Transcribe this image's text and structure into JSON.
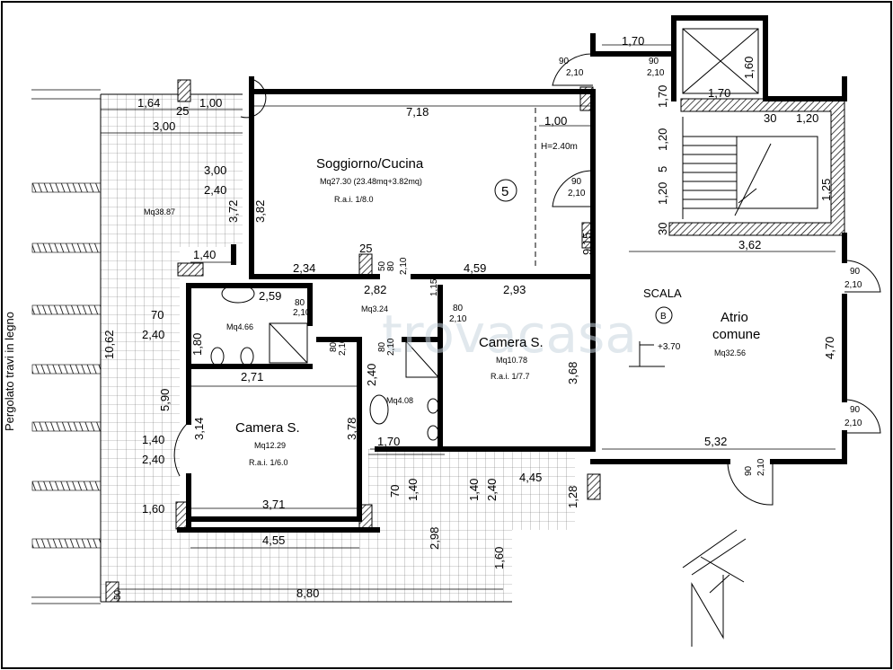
{
  "rooms": {
    "soggiorno": {
      "name": "Soggiorno/Cucina",
      "area": "Mq27.30 (23.48mq+3.82mq)",
      "rai": "R.a.i. 1/8.0",
      "number": "5",
      "height": "H=2.40m"
    },
    "camera_right": {
      "name": "Camera S.",
      "area": "Mq10.78",
      "rai": "R.a.i. 1/7.7"
    },
    "camera_left": {
      "name": "Camera S.",
      "area": "Mq12.29",
      "rai": "R.a.i. 1/6.0"
    },
    "bath_left": {
      "area": "Mq4.66"
    },
    "bath_mid": {
      "area": "Mq4.08"
    },
    "hall": {
      "area": "Mq3.24"
    },
    "terrace": {
      "area": "Mq38.87"
    },
    "atrio": {
      "name": "Atrio",
      "name2": "comune",
      "area": "Mq32.56",
      "stair_label": "SCALA",
      "stair_letter": "B",
      "level": "+3.70"
    }
  },
  "side_label": "Pergolato travi in legno",
  "watermark": "trovacasa",
  "dims": {
    "d164": "1,64",
    "d25a": "25",
    "d100a": "1,00",
    "d300a": "3,00",
    "d300b": "3,00",
    "d240a": "2,40",
    "d372": "3,72",
    "d140a": "1,40",
    "d718": "7,18",
    "d100b": "1,00",
    "d382": "3,82",
    "d25b": "25",
    "d234": "2,34",
    "d50": "50",
    "d80a": "80",
    "d210a": "2,10",
    "d459": "4,59",
    "d282": "2,82",
    "d293": "2,93",
    "d115": "1,15",
    "d80b": "80",
    "d210b": "2,10",
    "d259": "2,59",
    "d80c": "80",
    "d210c": "2,10",
    "d70a": "70",
    "d240b": "2,40",
    "d180": "1,80",
    "d80d": "80",
    "d210d": "2,10",
    "d80e": "80",
    "d210e": "2,10",
    "d240c": "2,40",
    "d1062": "10,62",
    "d271": "2,71",
    "d590": "5,90",
    "d314": "3,14",
    "d378": "3,78",
    "d140b": "1,40",
    "d240d": "2,40",
    "d160a": "1,60",
    "d371": "3,71",
    "d170a": "1,70",
    "d368": "3,68",
    "d70b": "70",
    "d140c": "1,40",
    "d140d": "1,40",
    "d240e": "2,40",
    "d445": "4,45",
    "d128": "1,28",
    "d455": "4,55",
    "d298": "2,98",
    "d160b": "1,60",
    "d50b": "50",
    "d880": "8,80",
    "d170b": "1,70",
    "d90a": "90",
    "d210f": "2,10",
    "d90b": "90",
    "d210g": "2,10",
    "d160c": "1,60",
    "d170c": "1,70",
    "d170d": "1,70",
    "d30a": "30",
    "d120a": "1,20",
    "d120b": "1,20",
    "d5": "5",
    "d120c": "1,20",
    "d125": "1,25",
    "d30b": "30",
    "d362": "3,62",
    "d915": "9,15",
    "d90c": "90",
    "d210h": "2,10",
    "d90d": "90",
    "d210i": "2,10",
    "d470": "4,70",
    "d90e": "90",
    "d210j": "2,10",
    "d532": "5,32",
    "d90f": "90",
    "d210k": "2,10"
  }
}
